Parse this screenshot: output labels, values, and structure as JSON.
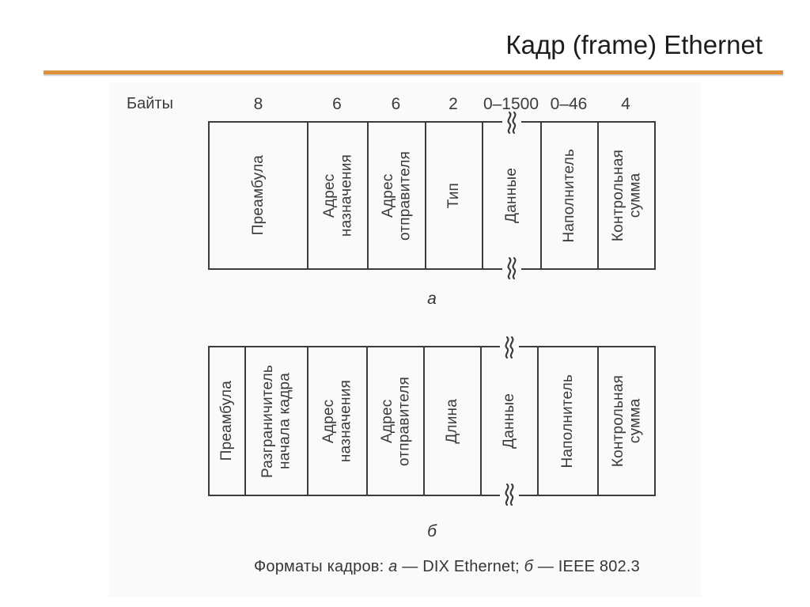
{
  "slide": {
    "title": "Кадр (frame) Ethernet",
    "accent_color": "#e0913e",
    "ink_color": "#3c3c3c"
  },
  "figure": {
    "bytes_label": "Байты",
    "tables": [
      {
        "id": "a",
        "label": "а",
        "fields": [
          {
            "label": "Преамбула",
            "bytes": "8",
            "width": 123
          },
          {
            "label": "Адрес\nназначения",
            "bytes": "6",
            "width": 76
          },
          {
            "label": "Адрес\nотправителя",
            "bytes": "6",
            "width": 73
          },
          {
            "label": "Тип",
            "bytes": "2",
            "width": 72
          },
          {
            "label": "Данные",
            "bytes": "0–1500",
            "width": 74,
            "break": true
          },
          {
            "label": "Наполнитель",
            "bytes": "0–46",
            "width": 72
          },
          {
            "label": "Контрольная\nсумма",
            "bytes": "4",
            "width": 72
          }
        ]
      },
      {
        "id": "b",
        "label": "б",
        "fields": [
          {
            "label": "Преамбула",
            "width": 44
          },
          {
            "label": "Разграничитель\nначала кадра",
            "width": 79
          },
          {
            "label": "Адрес\nназначения",
            "width": 75
          },
          {
            "label": "Адрес\nотправителя",
            "width": 72
          },
          {
            "label": "Длина",
            "width": 72
          },
          {
            "label": "Данные",
            "width": 72,
            "break": true
          },
          {
            "label": "Наполнитель",
            "width": 76
          },
          {
            "label": "Контрольная\nсумма",
            "width": 72
          }
        ]
      }
    ],
    "caption_parts": [
      {
        "text": "Форматы кадров: ",
        "italic": false
      },
      {
        "text": "а",
        "italic": true
      },
      {
        "text": " — DIX Ethernet; ",
        "italic": false
      },
      {
        "text": "б",
        "italic": true
      },
      {
        "text": " — IEEE 802.3",
        "italic": false
      }
    ]
  }
}
